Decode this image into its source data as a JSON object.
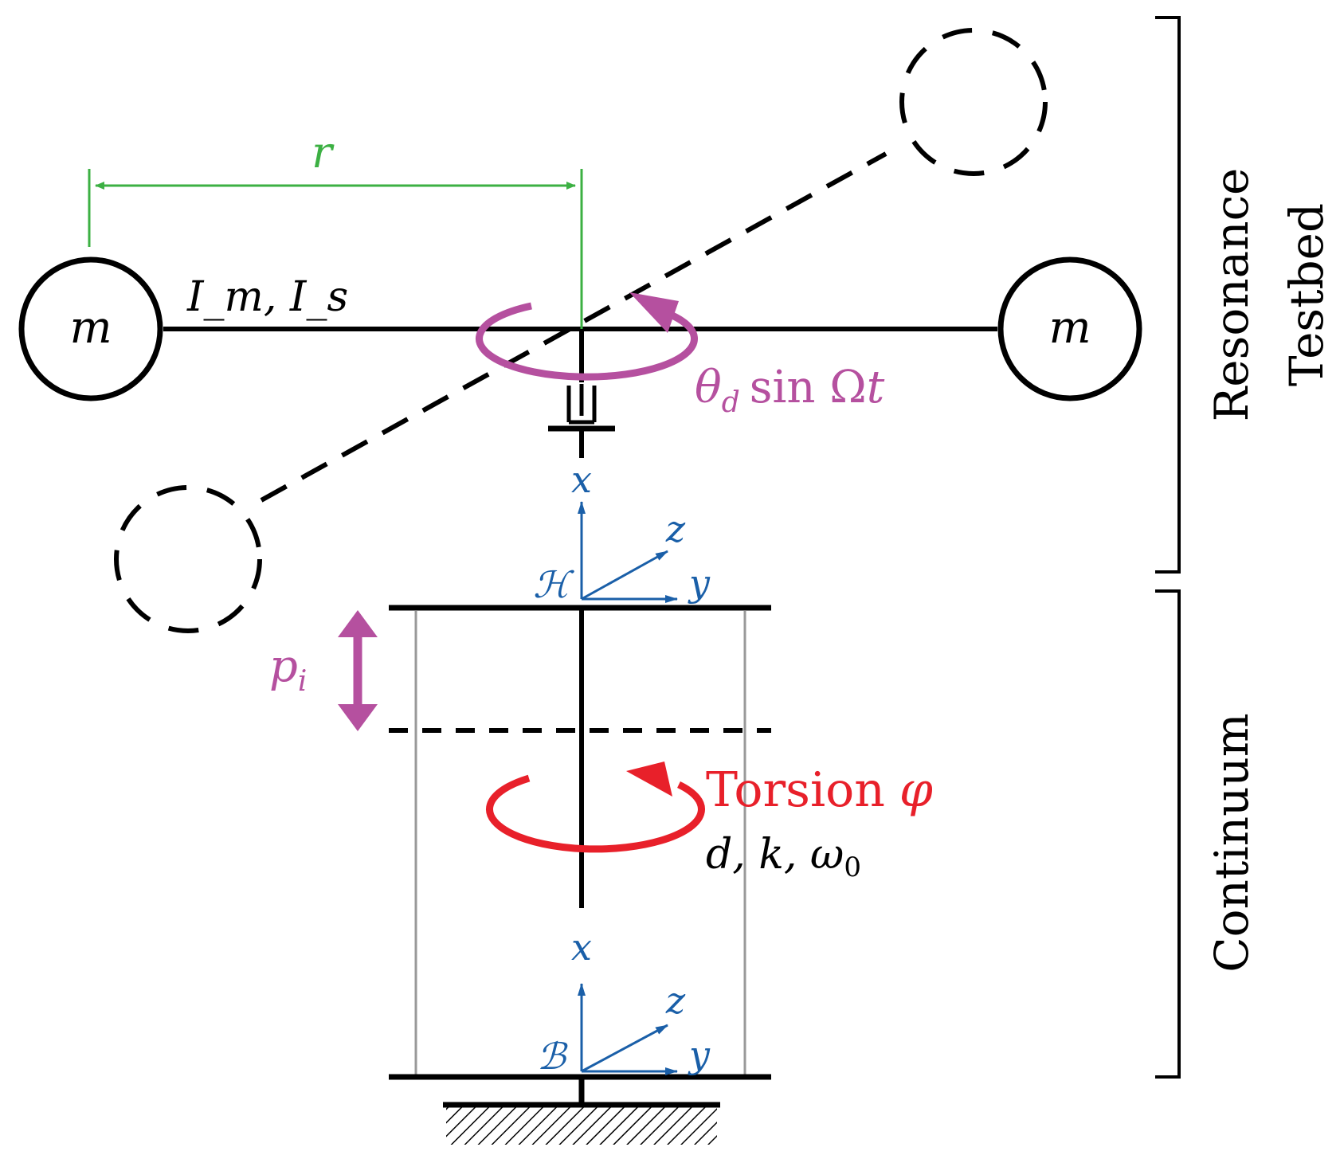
{
  "labels": {
    "mass_left": "m",
    "mass_right": "m",
    "radius": "r",
    "inertia": "I_m, I_s",
    "drive_theta": "θ",
    "drive_sub": "d",
    "drive_sin": "sin Ω",
    "drive_t": "t",
    "head_x": "x",
    "head_y": "y",
    "head_z": "z",
    "head_frame": "ℋ",
    "base_x": "x",
    "base_y": "y",
    "base_z": "z",
    "base_frame": "ℬ",
    "preload_p": "p",
    "preload_sub": "i",
    "torsion_word": "Torsion",
    "torsion_symbol": "φ",
    "params": "d, k, ω",
    "params_sub": "0",
    "bracket_top_line1": "Resonance",
    "bracket_top_line2": "Testbed",
    "bracket_bottom": "Continuum"
  },
  "colors": {
    "black": "#000000",
    "green": "#3cb043",
    "magenta": "#b5509f",
    "red": "#e8202a",
    "blue": "#1a5fa8",
    "gray": "#999999"
  }
}
